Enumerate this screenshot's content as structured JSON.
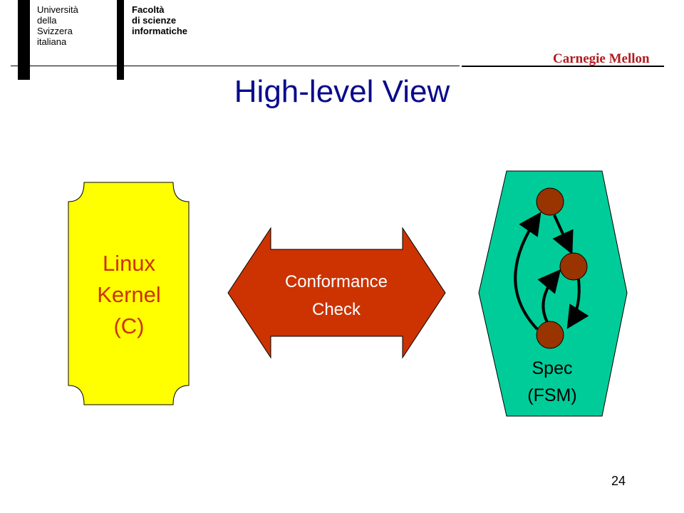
{
  "header": {
    "university_lines": [
      "Università",
      "della",
      "Svizzera",
      "italiana"
    ],
    "faculty_lines": [
      "Facoltà",
      "di scienze",
      "informatiche"
    ],
    "partner_logo": "Carnegie Mellon"
  },
  "slide": {
    "title": "High-level View",
    "number": "24"
  },
  "diagram": {
    "kernel_lines": [
      "Linux",
      "Kernel",
      "(C)"
    ],
    "arrow_lines": [
      "Conformance",
      "Check"
    ],
    "spec_lines": [
      "Spec",
      "(FSM)"
    ],
    "colors": {
      "kernel_fill": "#ffff00",
      "kernel_text": "#cc3300",
      "arrow_fill": "#cc3300",
      "arrow_text": "#ffffff",
      "spec_fill": "#00cc99",
      "state_fill": "#993300",
      "title": "#0a0a8c",
      "logo_text": "#b01c22"
    }
  }
}
